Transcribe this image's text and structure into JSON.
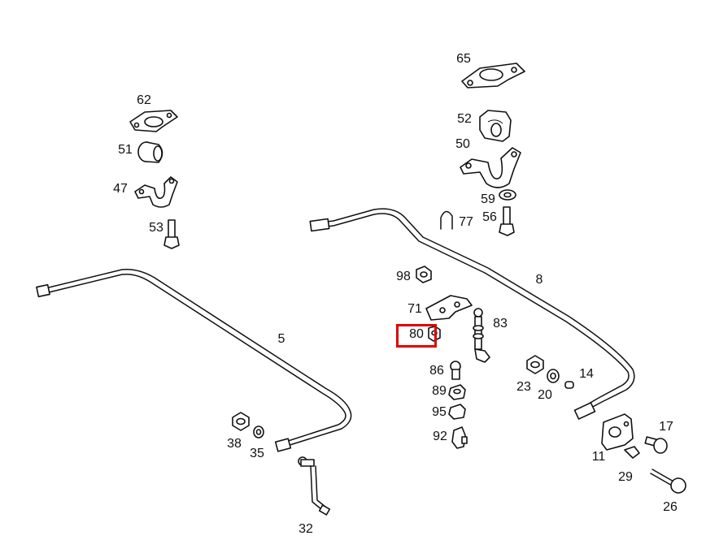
{
  "highlight": {
    "label": "80",
    "color": "#e00000"
  },
  "labels": [
    {
      "id": "65",
      "text": "65"
    },
    {
      "id": "62",
      "text": "62"
    },
    {
      "id": "52",
      "text": "52"
    },
    {
      "id": "51",
      "text": "51"
    },
    {
      "id": "50",
      "text": "50"
    },
    {
      "id": "47",
      "text": "47"
    },
    {
      "id": "59",
      "text": "59"
    },
    {
      "id": "77",
      "text": "77"
    },
    {
      "id": "56",
      "text": "56"
    },
    {
      "id": "53",
      "text": "53"
    },
    {
      "id": "98",
      "text": "98"
    },
    {
      "id": "8",
      "text": "8"
    },
    {
      "id": "71",
      "text": "71"
    },
    {
      "id": "83",
      "text": "83"
    },
    {
      "id": "80",
      "text": "80"
    },
    {
      "id": "5",
      "text": "5"
    },
    {
      "id": "86",
      "text": "86"
    },
    {
      "id": "23",
      "text": "23"
    },
    {
      "id": "14",
      "text": "14"
    },
    {
      "id": "89",
      "text": "89"
    },
    {
      "id": "20",
      "text": "20"
    },
    {
      "id": "95",
      "text": "95"
    },
    {
      "id": "38",
      "text": "38"
    },
    {
      "id": "35",
      "text": "35"
    },
    {
      "id": "92",
      "text": "92"
    },
    {
      "id": "17",
      "text": "17"
    },
    {
      "id": "11",
      "text": "11"
    },
    {
      "id": "29",
      "text": "29"
    },
    {
      "id": "26",
      "text": "26"
    },
    {
      "id": "32",
      "text": "32"
    }
  ]
}
